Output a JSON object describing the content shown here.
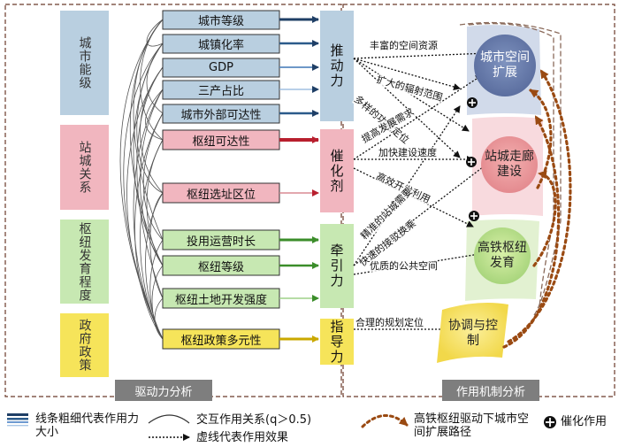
{
  "categories": {
    "urban_function": "城市能级",
    "station_city": "站城关系",
    "hub_dev": "枢纽发育程度",
    "government": "政府政策"
  },
  "factors": {
    "city_level": "城市等级",
    "urbanization": "城镇化率",
    "gdp": "GDP",
    "tertiary": "三产占比",
    "external_access": "城市外部可达性",
    "hub_access": "枢纽可达性",
    "hub_location": "枢纽选址区位",
    "operation_time": "投用运营时长",
    "hub_grade": "枢纽等级",
    "land_intensity": "枢纽土地开发强度",
    "policy_diversity": "枢纽政策多元性"
  },
  "forces": {
    "push": "推动力",
    "catalyst": "催化剂",
    "traction": "牵引力",
    "guidance": "指导力"
  },
  "effects": {
    "e1": "丰富的空间资源",
    "e2": "扩大的辐射范围",
    "e3": "多样的功能定位",
    "e4": "提高发展需求",
    "e5": "加快建设速度",
    "e6": "高效开发利用",
    "e7": "精准的站城需要",
    "e8": "快速的接驳换乘",
    "e9": "优质的公共空间",
    "e10": "合理的规划定位"
  },
  "outcomes": {
    "expansion": "城市空间扩展",
    "corridor": "站城走廊建设",
    "hub": "高铁枢纽发育",
    "coordination": "协调与控制"
  },
  "panels": {
    "left": "驱动力分析",
    "right": "作用机制分析"
  },
  "legend": {
    "line_width": "线条粗细代表作用力大小",
    "interaction": "交互作用关系(q＞0.5)",
    "dashed": "虚线代表作用效果",
    "path": "高铁枢纽驱动下城市空间扩展路径",
    "catalysis": "催化作用"
  },
  "colors": {
    "blue": "#b9cfe0",
    "pink": "#f1b6bf",
    "green": "#c7e8b2",
    "yellow": "#f6e45a",
    "outline": "#5a3b2b",
    "arrow_brown": "#9a4a12"
  }
}
